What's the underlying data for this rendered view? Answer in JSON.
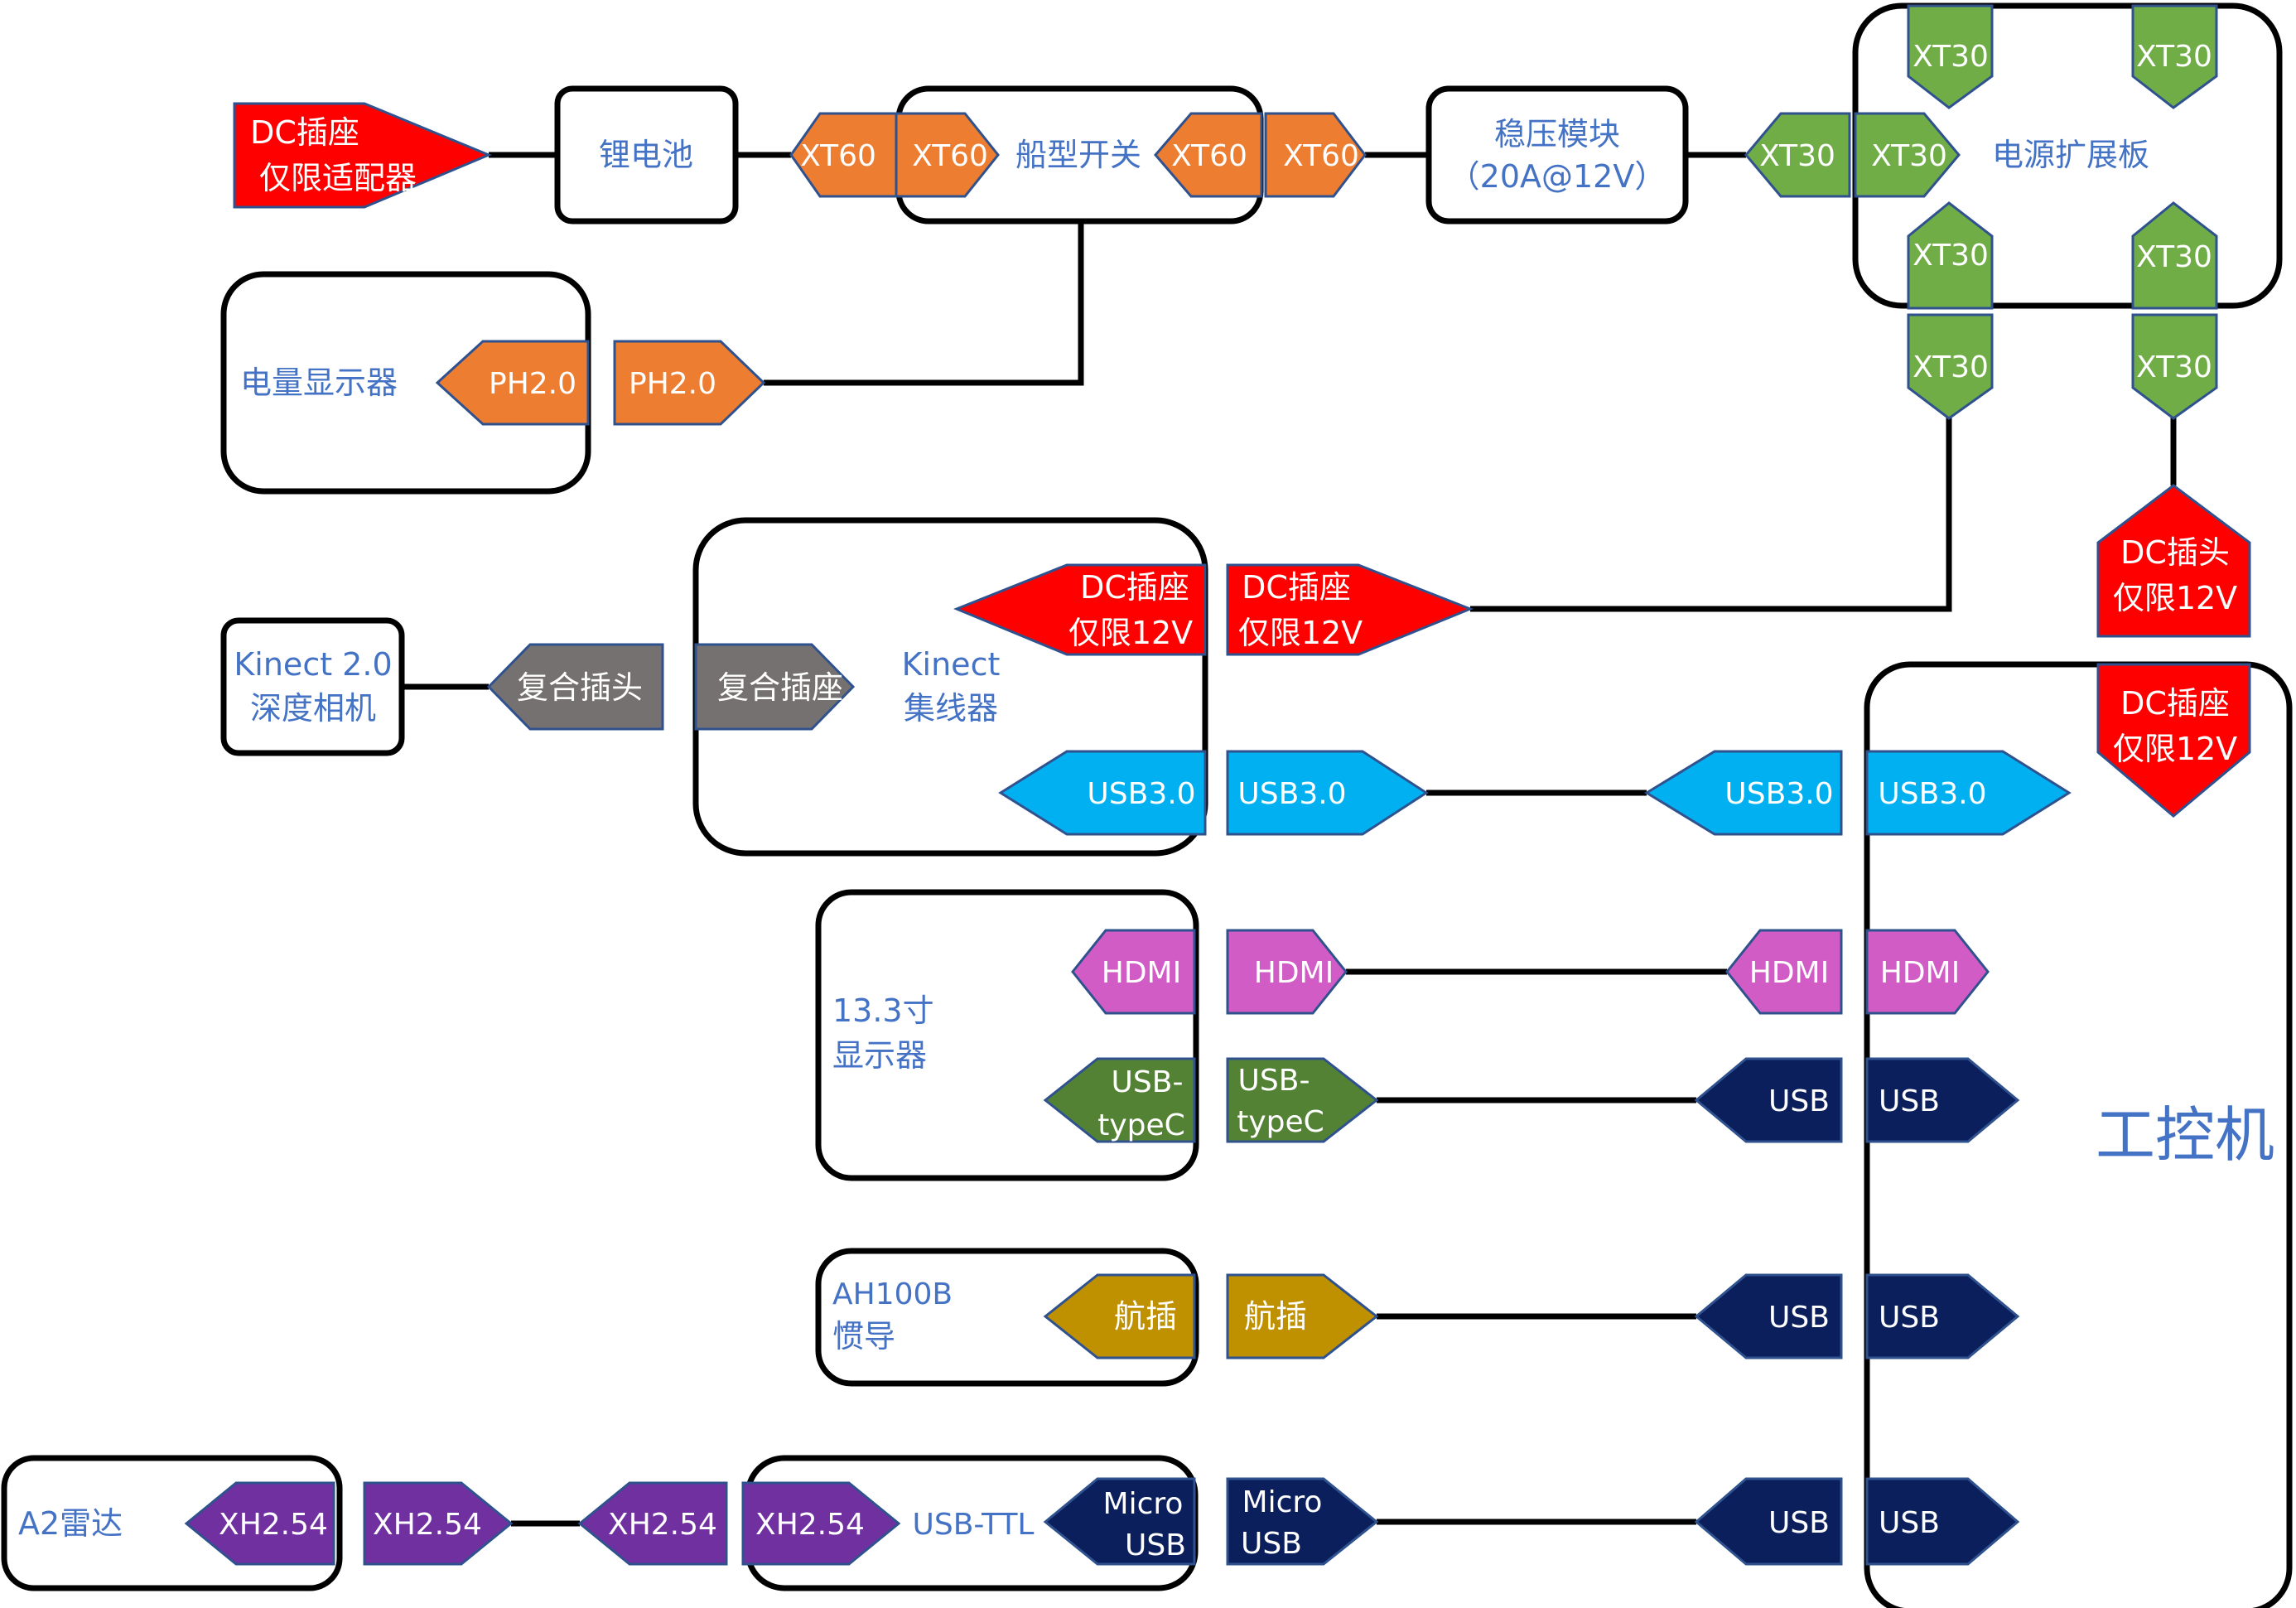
{
  "colors": {
    "outline": "#000000",
    "label_blue": "#4472c4",
    "red": "#ff0000",
    "orange": "#ed7d31",
    "green": "#70ad47",
    "gray": "#767171",
    "cyan": "#00b0f0",
    "pink": "#d25cc5",
    "olive_green": "#548235",
    "navy": "#0b1f5c",
    "gold": "#bf9000",
    "purple": "#7030a0",
    "connector_stroke": "#2f528f"
  },
  "boxes": {
    "battery": "锂电池",
    "boat_switch": "船型开关",
    "regulator_line1": "稳压模块",
    "regulator_line2": "（20A@12V）",
    "power_board": "电源扩展板",
    "battery_meter": "电量显示器",
    "kinect_camera_line1": "Kinect 2.0",
    "kinect_camera_line2": "深度相机",
    "kinect_hub_line1": "Kinect",
    "kinect_hub_line2": "集线器",
    "display_line1": "13.3寸",
    "display_line2": "显示器",
    "imu_line1": "AH100B",
    "imu_line2": "惯导",
    "lidar": "A2雷达",
    "usb_ttl": "USB-TTL",
    "ipc": "工控机"
  },
  "connectors": {
    "dc_adapter_line1": "DC插座",
    "dc_adapter_line2": "仅限适配器",
    "xt60": "XT60",
    "xt30": "XT30",
    "ph20": "PH2.0",
    "dc_plug_line1": "DC插头",
    "dc_plug_line2": "仅限12V",
    "dc_socket_line1": "DC插座",
    "dc_socket_line2": "仅限12V",
    "composite_plug": "复合插头",
    "composite_socket": "复合插座",
    "usb30": "USB3.0",
    "hdmi": "HDMI",
    "usb_typec_line1": "USB-",
    "usb_typec_line2": "typeC",
    "usb": "USB",
    "aviation_plug": "航插",
    "xh254": "XH2.54",
    "micro_usb_line1": "Micro",
    "micro_usb_line2": "USB"
  }
}
